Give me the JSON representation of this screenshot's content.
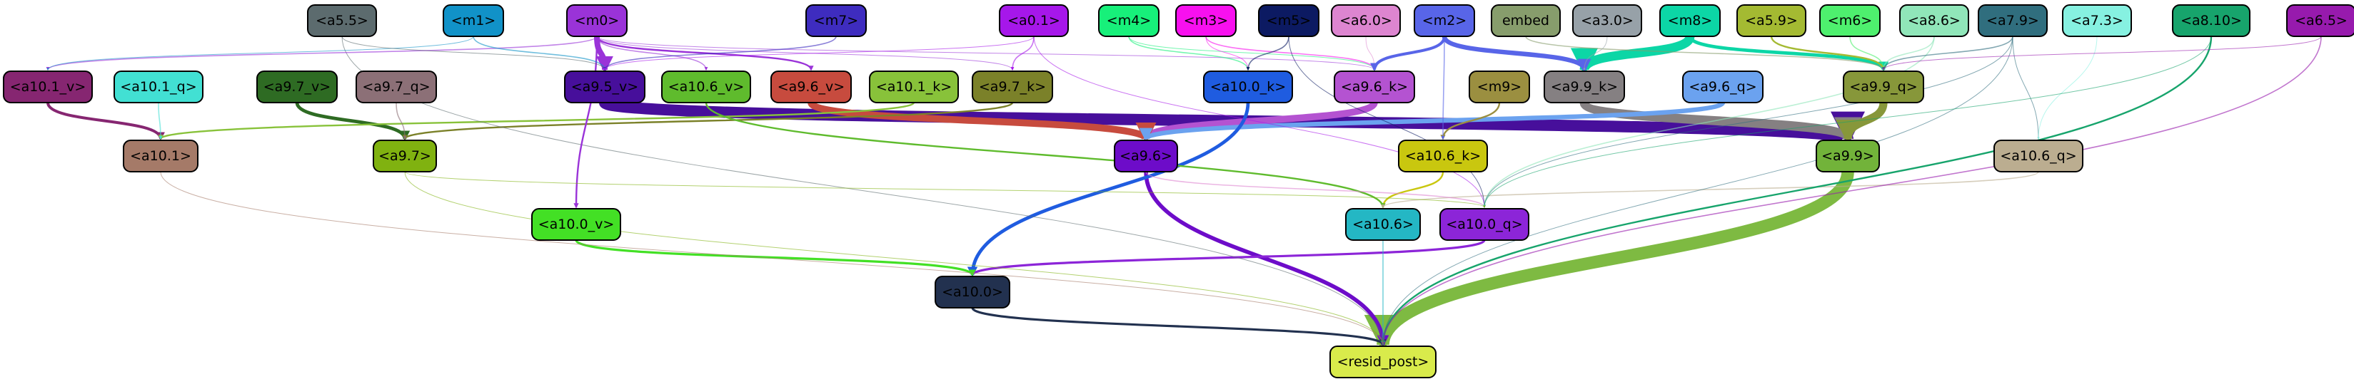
{
  "nodes": [
    {
      "id": "a5_5",
      "label": "<a5.5>",
      "color": "#5c6b6e"
    },
    {
      "id": "m1",
      "label": "<m1>",
      "color": "#1192c8"
    },
    {
      "id": "m0",
      "label": "<m0>",
      "color": "#9a33d8"
    },
    {
      "id": "m7",
      "label": "<m7>",
      "color": "#3e2cbf"
    },
    {
      "id": "a0_1",
      "label": "<a0.1>",
      "color": "#a617ea"
    },
    {
      "id": "m4",
      "label": "<m4>",
      "color": "#17f07a"
    },
    {
      "id": "m3",
      "label": "<m3>",
      "color": "#f810ef"
    },
    {
      "id": "m5",
      "label": "<m5>",
      "color": "#0c1a62"
    },
    {
      "id": "a6_0",
      "label": "<a6.0>",
      "color": "#dd85d0"
    },
    {
      "id": "m2",
      "label": "<m2>",
      "color": "#5865e8"
    },
    {
      "id": "embed",
      "label": "embed",
      "color": "#879d6c"
    },
    {
      "id": "a3_0",
      "label": "<a3.0>",
      "color": "#97a1a8"
    },
    {
      "id": "m8",
      "label": "<m8>",
      "color": "#0cd6a6"
    },
    {
      "id": "a5_9",
      "label": "<a5.9>",
      "color": "#a4ba32"
    },
    {
      "id": "m6",
      "label": "<m6>",
      "color": "#4ef06e"
    },
    {
      "id": "a8_6",
      "label": "<a8.6>",
      "color": "#90e6b9"
    },
    {
      "id": "a7_9",
      "label": "<a7.9>",
      "color": "#306e7e"
    },
    {
      "id": "a7_3",
      "label": "<a7.3>",
      "color": "#86f1e1"
    },
    {
      "id": "a8_10",
      "label": "<a8.10>",
      "color": "#17a46c"
    },
    {
      "id": "a6_5",
      "label": "<a6.5>",
      "color": "#971aad"
    },
    {
      "id": "a10_1_v",
      "label": "<a10.1_v>",
      "color": "#862671"
    },
    {
      "id": "a10_1_q",
      "label": "<a10.1_q>",
      "color": "#42e0d3"
    },
    {
      "id": "a9_7_v",
      "label": "<a9.7_v>",
      "color": "#2e6b23"
    },
    {
      "id": "a9_7_q",
      "label": "<a9.7_q>",
      "color": "#8c7077"
    },
    {
      "id": "a9_5_v",
      "label": "<a9.5_v>",
      "color": "#470f9b"
    },
    {
      "id": "a10_6_v",
      "label": "<a10.6_v>",
      "color": "#5fbb2d"
    },
    {
      "id": "a9_6_v",
      "label": "<a9.6_v>",
      "color": "#c74b3e"
    },
    {
      "id": "a10_1_k",
      "label": "<a10.1_k>",
      "color": "#88c23a"
    },
    {
      "id": "a9_7_k",
      "label": "<a9.7_k>",
      "color": "#7b8129"
    },
    {
      "id": "a10_0_k",
      "label": "<a10.0_k>",
      "color": "#1f5ce0"
    },
    {
      "id": "a9_6_k",
      "label": "<a9.6_k>",
      "color": "#b453d1"
    },
    {
      "id": "m9",
      "label": "<m9>",
      "color": "#9b8f40"
    },
    {
      "id": "a9_9_k",
      "label": "<a9.9_k>",
      "color": "#858082"
    },
    {
      "id": "a9_6_q",
      "label": "<a9.6_q>",
      "color": "#6ba2ef"
    },
    {
      "id": "a9_9_q",
      "label": "<a9.9_q>",
      "color": "#87973a"
    },
    {
      "id": "a10_1",
      "label": "<a10.1>",
      "color": "#a57a68"
    },
    {
      "id": "a9_7",
      "label": "<a9.7>",
      "color": "#80b210"
    },
    {
      "id": "a9_6",
      "label": "<a9.6>",
      "color": "#6d0cc9"
    },
    {
      "id": "a10_6_k",
      "label": "<a10.6_k>",
      "color": "#c9c70f"
    },
    {
      "id": "a9_9",
      "label": "<a9.9>",
      "color": "#72b33a"
    },
    {
      "id": "a10_6_q",
      "label": "<a10.6_q>",
      "color": "#bbad90"
    },
    {
      "id": "a10_0_v",
      "label": "<a10.0_v>",
      "color": "#43e025"
    },
    {
      "id": "a10_6",
      "label": "<a10.6>",
      "color": "#24b7c4"
    },
    {
      "id": "a10_0_q",
      "label": "<a10.0_q>",
      "color": "#8c25d8"
    },
    {
      "id": "a10_0",
      "label": "<a10.0>",
      "color": "#22314f"
    },
    {
      "id": "resid_post",
      "label": "<resid_post>",
      "color": "#d9eb4b"
    }
  ],
  "edges": [
    {
      "from": "a9_9",
      "to": "resid_post",
      "color": "#7eba42",
      "weight": 22
    },
    {
      "from": "a9_5_v",
      "to": "a9_9",
      "color": "#470f9b",
      "weight": 20
    },
    {
      "from": "a9_9_k",
      "to": "a9_9",
      "color": "#858082",
      "weight": 16
    },
    {
      "from": "m8",
      "to": "a9_9_k",
      "color": "#0cd6a6",
      "weight": 16
    },
    {
      "from": "a9_9_q",
      "to": "a9_9",
      "color": "#87973a",
      "weight": 14
    },
    {
      "from": "a9_6_k",
      "to": "a9_6",
      "color": "#b453d1",
      "weight": 12
    },
    {
      "from": "a9_6_v",
      "to": "a9_6",
      "color": "#c74b3e",
      "weight": 12
    },
    {
      "from": "m0",
      "to": "a9_5_v",
      "color": "#9a33d8",
      "weight": 10
    },
    {
      "from": "m2",
      "to": "a9_9_k",
      "color": "#5865e8",
      "weight": 8
    },
    {
      "from": "a9_6_q",
      "to": "a9_6",
      "color": "#6ba2ef",
      "weight": 8
    },
    {
      "from": "m8",
      "to": "a9_9_q",
      "color": "#0cd6a6",
      "weight": 6
    },
    {
      "from": "a9_6",
      "to": "resid_post",
      "color": "#6d0cc9",
      "weight": 7
    },
    {
      "from": "a10_0_k",
      "to": "a10_0",
      "color": "#1f5ce0",
      "weight": 6
    },
    {
      "from": "a10_0_q",
      "to": "a10_0",
      "color": "#8c25d8",
      "weight": 4
    },
    {
      "from": "a10_0_v",
      "to": "a10_0",
      "color": "#43e025",
      "weight": 4
    },
    {
      "from": "a10_0",
      "to": "resid_post",
      "color": "#22314f",
      "weight": 4
    },
    {
      "from": "a9_7_v",
      "to": "a9_7",
      "color": "#2e6b23",
      "weight": 6
    },
    {
      "from": "a10_1_v",
      "to": "a10_1",
      "color": "#862671",
      "weight": 5
    },
    {
      "from": "a10_1_k",
      "to": "a10_1",
      "color": "#88c23a",
      "weight": 3
    },
    {
      "from": "a10_1_q",
      "to": "a10_1",
      "color": "#42e0d3",
      "weight": 2
    },
    {
      "from": "a9_7_k",
      "to": "a9_7",
      "color": "#7b8129",
      "weight": 3
    },
    {
      "from": "a9_7_q",
      "to": "a9_7",
      "color": "#8c7077",
      "weight": 2
    },
    {
      "from": "a10_6_k",
      "to": "a10_6",
      "color": "#c9c70f",
      "weight": 3
    },
    {
      "from": "a10_6_v",
      "to": "a10_6",
      "color": "#5fbb2d",
      "weight": 3
    },
    {
      "from": "a10_6_q",
      "to": "a10_6",
      "color": "#bbad90",
      "weight": 2
    },
    {
      "from": "a10_6",
      "to": "resid_post",
      "color": "#24b7c4",
      "weight": 2
    },
    {
      "from": "a9_6",
      "to": "a10_0_q",
      "color": "#dd85d0",
      "weight": 2
    },
    {
      "from": "m9",
      "to": "a10_6_k",
      "color": "#9b8f40",
      "weight": 3
    },
    {
      "from": "a8_10",
      "to": "resid_post",
      "color": "#17a46c",
      "weight": 3
    },
    {
      "from": "a6_5",
      "to": "resid_post",
      "color": "#971aad",
      "weight": 2
    },
    {
      "from": "a7_9",
      "to": "resid_post",
      "color": "#306e7e",
      "weight": 1
    },
    {
      "from": "a10_1",
      "to": "resid_post",
      "color": "#a57a68",
      "weight": 1
    },
    {
      "from": "a9_7",
      "to": "resid_post",
      "color": "#80b210",
      "weight": 1
    },
    {
      "from": "a5_5",
      "to": "resid_post",
      "color": "#5c6b6e",
      "weight": 1
    },
    {
      "from": "m0",
      "to": "a10_0_v",
      "color": "#9a33d8",
      "weight": 3
    },
    {
      "from": "m0",
      "to": "a10_1_v",
      "color": "#9a33d8",
      "weight": 2
    },
    {
      "from": "m0",
      "to": "a9_6_v",
      "color": "#9a33d8",
      "weight": 3
    },
    {
      "from": "m0",
      "to": "a10_6_v",
      "color": "#9a33d8",
      "weight": 2
    },
    {
      "from": "m0",
      "to": "a9_7_k",
      "color": "#9a33d8",
      "weight": 1
    },
    {
      "from": "m0",
      "to": "a9_6_k",
      "color": "#9a33d8",
      "weight": 1
    },
    {
      "from": "m1",
      "to": "a9_5_v",
      "color": "#1192c8",
      "weight": 2
    },
    {
      "from": "m1",
      "to": "a10_1_v",
      "color": "#1192c8",
      "weight": 1
    },
    {
      "from": "a5_5",
      "to": "a9_5_v",
      "color": "#5c6b6e",
      "weight": 1
    },
    {
      "from": "m7",
      "to": "a9_5_v",
      "color": "#3e2cbf",
      "weight": 2
    },
    {
      "from": "a0_1",
      "to": "a9_7_k",
      "color": "#a617ea",
      "weight": 2
    },
    {
      "from": "a0_1",
      "to": "a10_0_q",
      "color": "#a617ea",
      "weight": 1
    },
    {
      "from": "a0_1",
      "to": "a9_5_v",
      "color": "#a617ea",
      "weight": 1
    },
    {
      "from": "m4",
      "to": "a10_0_k",
      "color": "#17f07a",
      "weight": 2
    },
    {
      "from": "m4",
      "to": "a9_6_k",
      "color": "#17f07a",
      "weight": 1
    },
    {
      "from": "m3",
      "to": "a9_6_k",
      "color": "#f810ef",
      "weight": 2
    },
    {
      "from": "m3",
      "to": "a10_0_k",
      "color": "#f810ef",
      "weight": 1
    },
    {
      "from": "m5",
      "to": "a10_0_k",
      "color": "#0c1a62",
      "weight": 2
    },
    {
      "from": "m5",
      "to": "a10_0_q",
      "color": "#0c1a62",
      "weight": 1
    },
    {
      "from": "a6_0",
      "to": "a9_6_k",
      "color": "#dd85d0",
      "weight": 1
    },
    {
      "from": "m2",
      "to": "a9_6_k",
      "color": "#5865e8",
      "weight": 5
    },
    {
      "from": "m2",
      "to": "a10_6_k",
      "color": "#5865e8",
      "weight": 2
    },
    {
      "from": "embed",
      "to": "a9_9_q",
      "color": "#879d6c",
      "weight": 2
    },
    {
      "from": "a3_0",
      "to": "a9_9_k",
      "color": "#97a1a8",
      "weight": 1
    },
    {
      "from": "a5_9",
      "to": "a9_9_q",
      "color": "#a4ba32",
      "weight": 3
    },
    {
      "from": "m6",
      "to": "a9_9_q",
      "color": "#4ef06e",
      "weight": 2
    },
    {
      "from": "a8_6",
      "to": "a9_9_q",
      "color": "#90e6b9",
      "weight": 2
    },
    {
      "from": "a8_6",
      "to": "a10_0_q",
      "color": "#90e6b9",
      "weight": 2
    },
    {
      "from": "a7_9",
      "to": "a9_9_q",
      "color": "#306e7e",
      "weight": 2
    },
    {
      "from": "a7_9",
      "to": "a10_6_q",
      "color": "#306e7e",
      "weight": 1
    },
    {
      "from": "a7_9",
      "to": "a10_0_q",
      "color": "#306e7e",
      "weight": 1
    },
    {
      "from": "a7_3",
      "to": "a10_6_q",
      "color": "#86f1e1",
      "weight": 1
    },
    {
      "from": "a8_10",
      "to": "a10_0_q",
      "color": "#17a46c",
      "weight": 1
    },
    {
      "from": "a6_5",
      "to": "a9_9_q",
      "color": "#971aad",
      "weight": 1
    },
    {
      "from": "a9_7",
      "to": "a10_0_q",
      "color": "#80b210",
      "weight": 1
    }
  ]
}
